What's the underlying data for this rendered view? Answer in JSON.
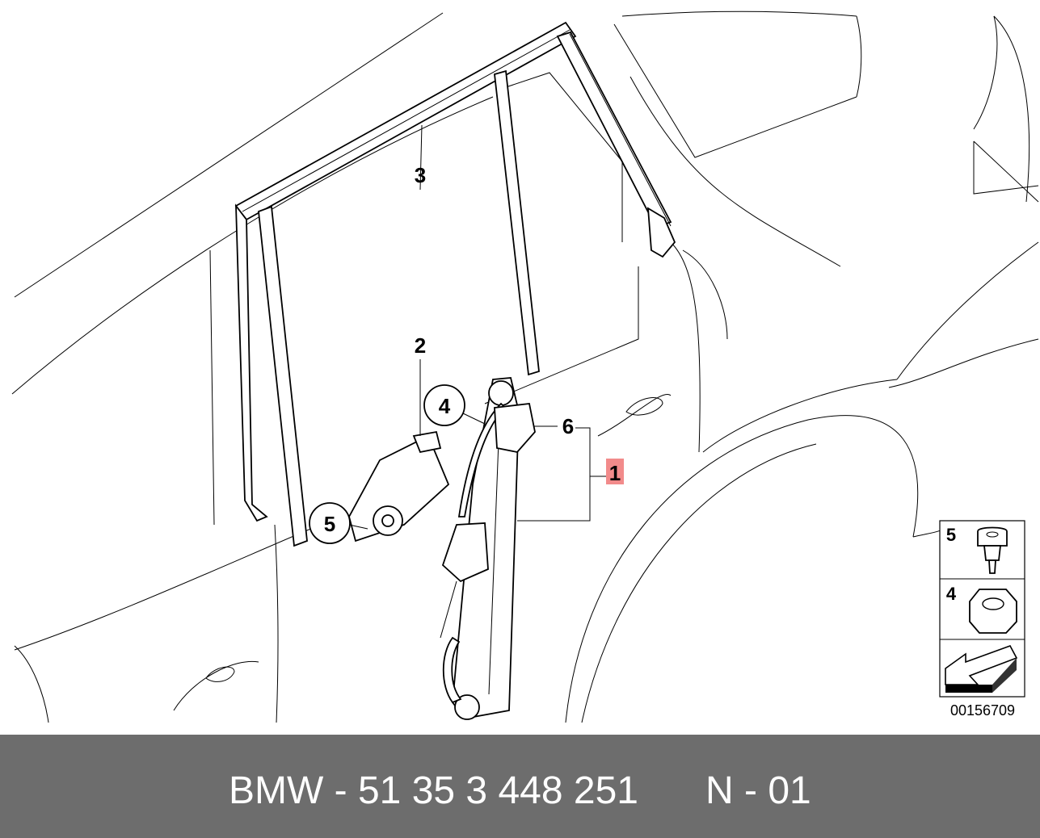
{
  "diagram": {
    "callouts": {
      "c1": "1",
      "c2": "2",
      "c3": "3",
      "c4": "4",
      "c5": "5",
      "c6": "6"
    },
    "legend": {
      "item_a_number": "5",
      "item_b_number": "4",
      "drawing_number": "00156709"
    },
    "highlight_color": "#f28b8b"
  },
  "footer": {
    "part_text": "BMW - 51 35 3 448 251",
    "page_text": "N - 01",
    "background_color": "#6d6d6d"
  }
}
